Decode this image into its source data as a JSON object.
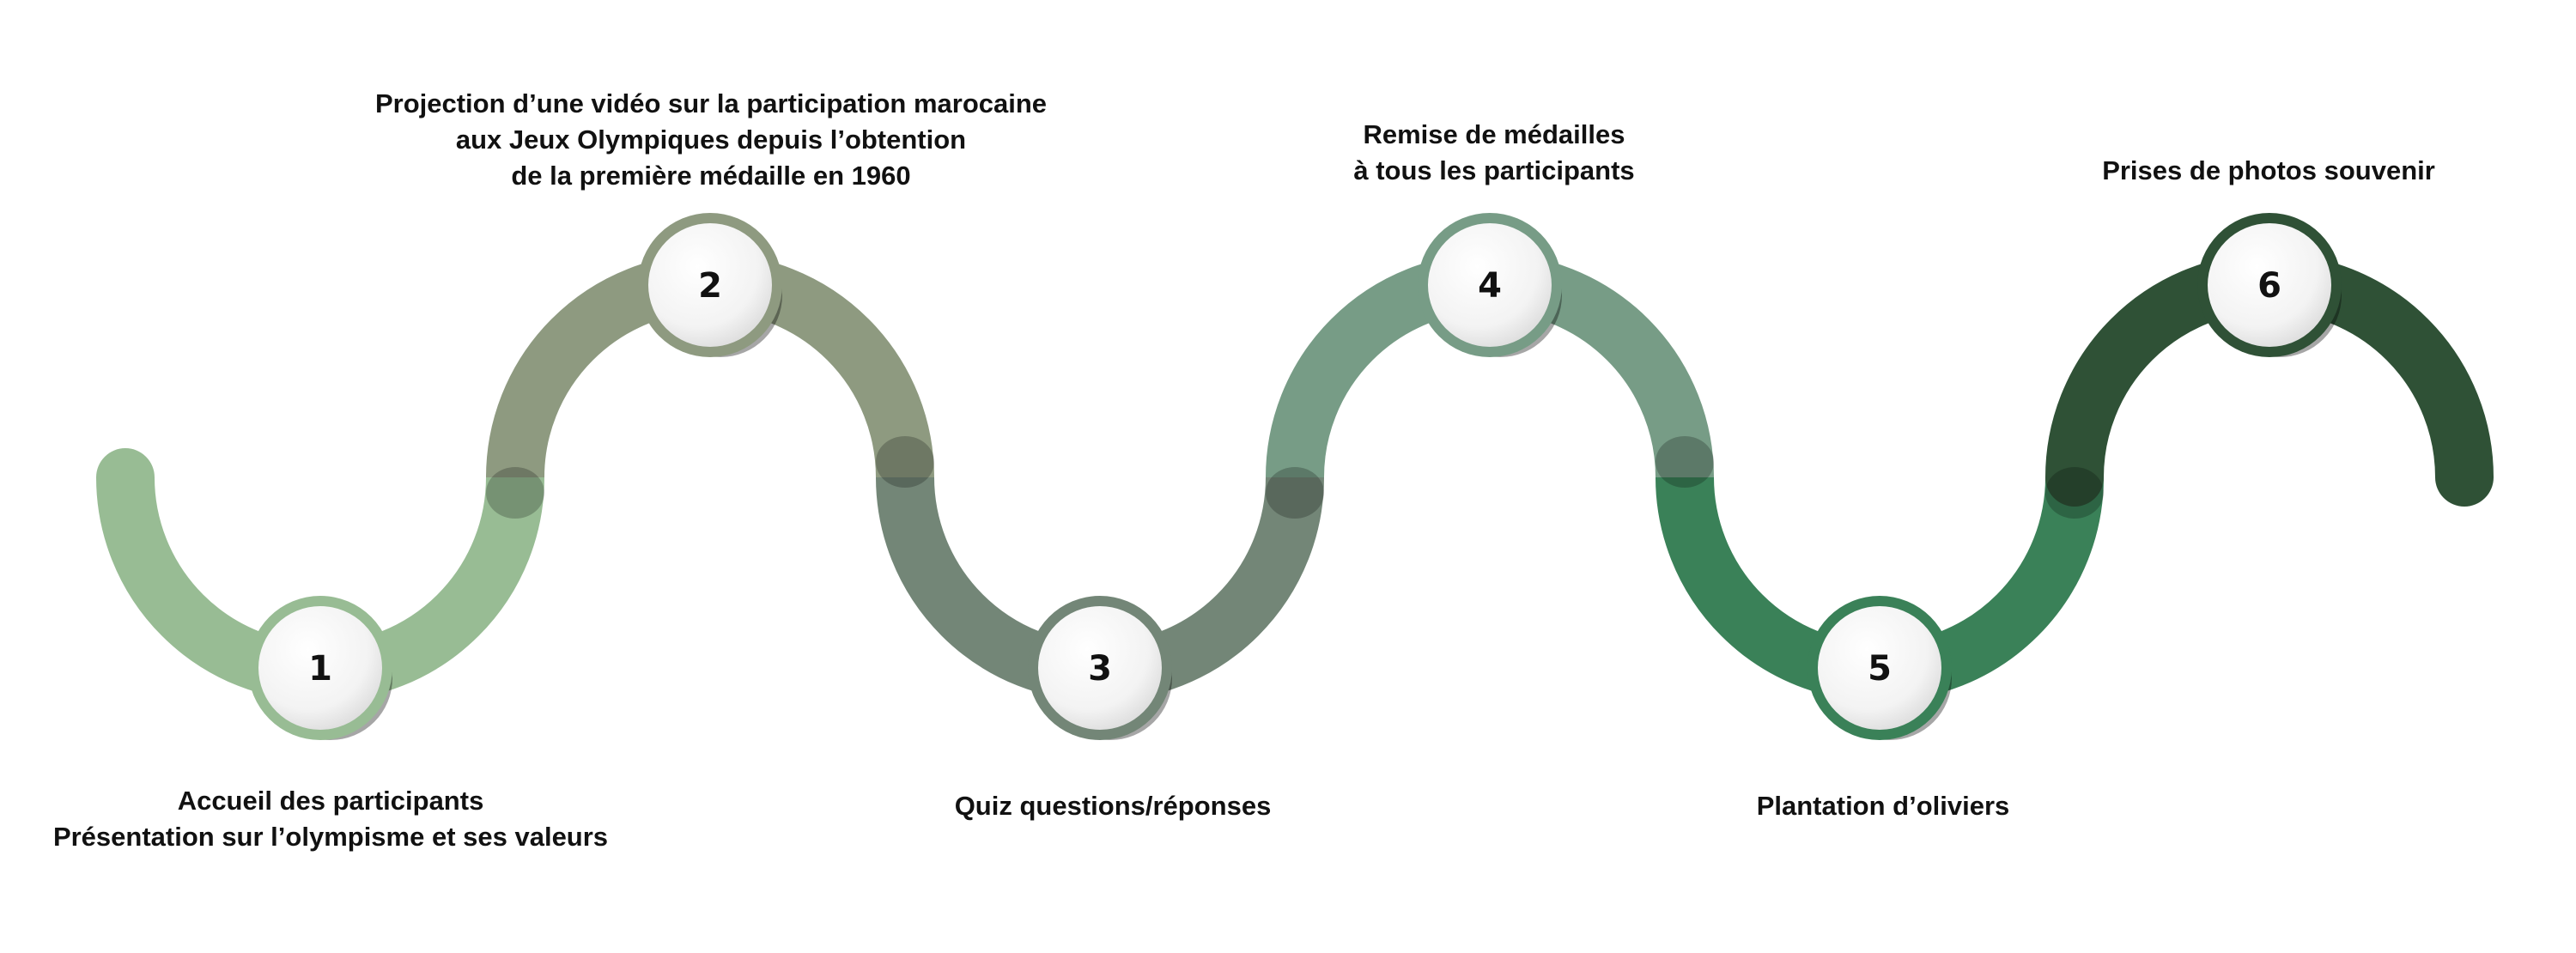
{
  "colors": {
    "step1": "#98bc94",
    "step2": "#8e9a80",
    "step3": "#738677",
    "step4": "#779c86",
    "step5": "#3a8158",
    "step6": "#2f5136",
    "number_text": "#111111",
    "label_text": "#111111"
  },
  "steps": [
    {
      "number": "1",
      "lines": [
        "Accueil des participants",
        "Présentation sur l’olympisme et ses valeurs"
      ]
    },
    {
      "number": "2",
      "lines": [
        "Projection d’une vidéo sur la participation marocaine",
        "aux Jeux Olympiques depuis l’obtention",
        "de la première médaille en 1960"
      ]
    },
    {
      "number": "3",
      "lines": [
        "Quiz questions/réponses"
      ]
    },
    {
      "number": "4",
      "lines": [
        "Remise de médailles",
        "à tous les participants"
      ]
    },
    {
      "number": "5",
      "lines": [
        "Plantation d’oliviers"
      ]
    },
    {
      "number": "6",
      "lines": [
        "Prises de photos souvenir"
      ]
    }
  ]
}
